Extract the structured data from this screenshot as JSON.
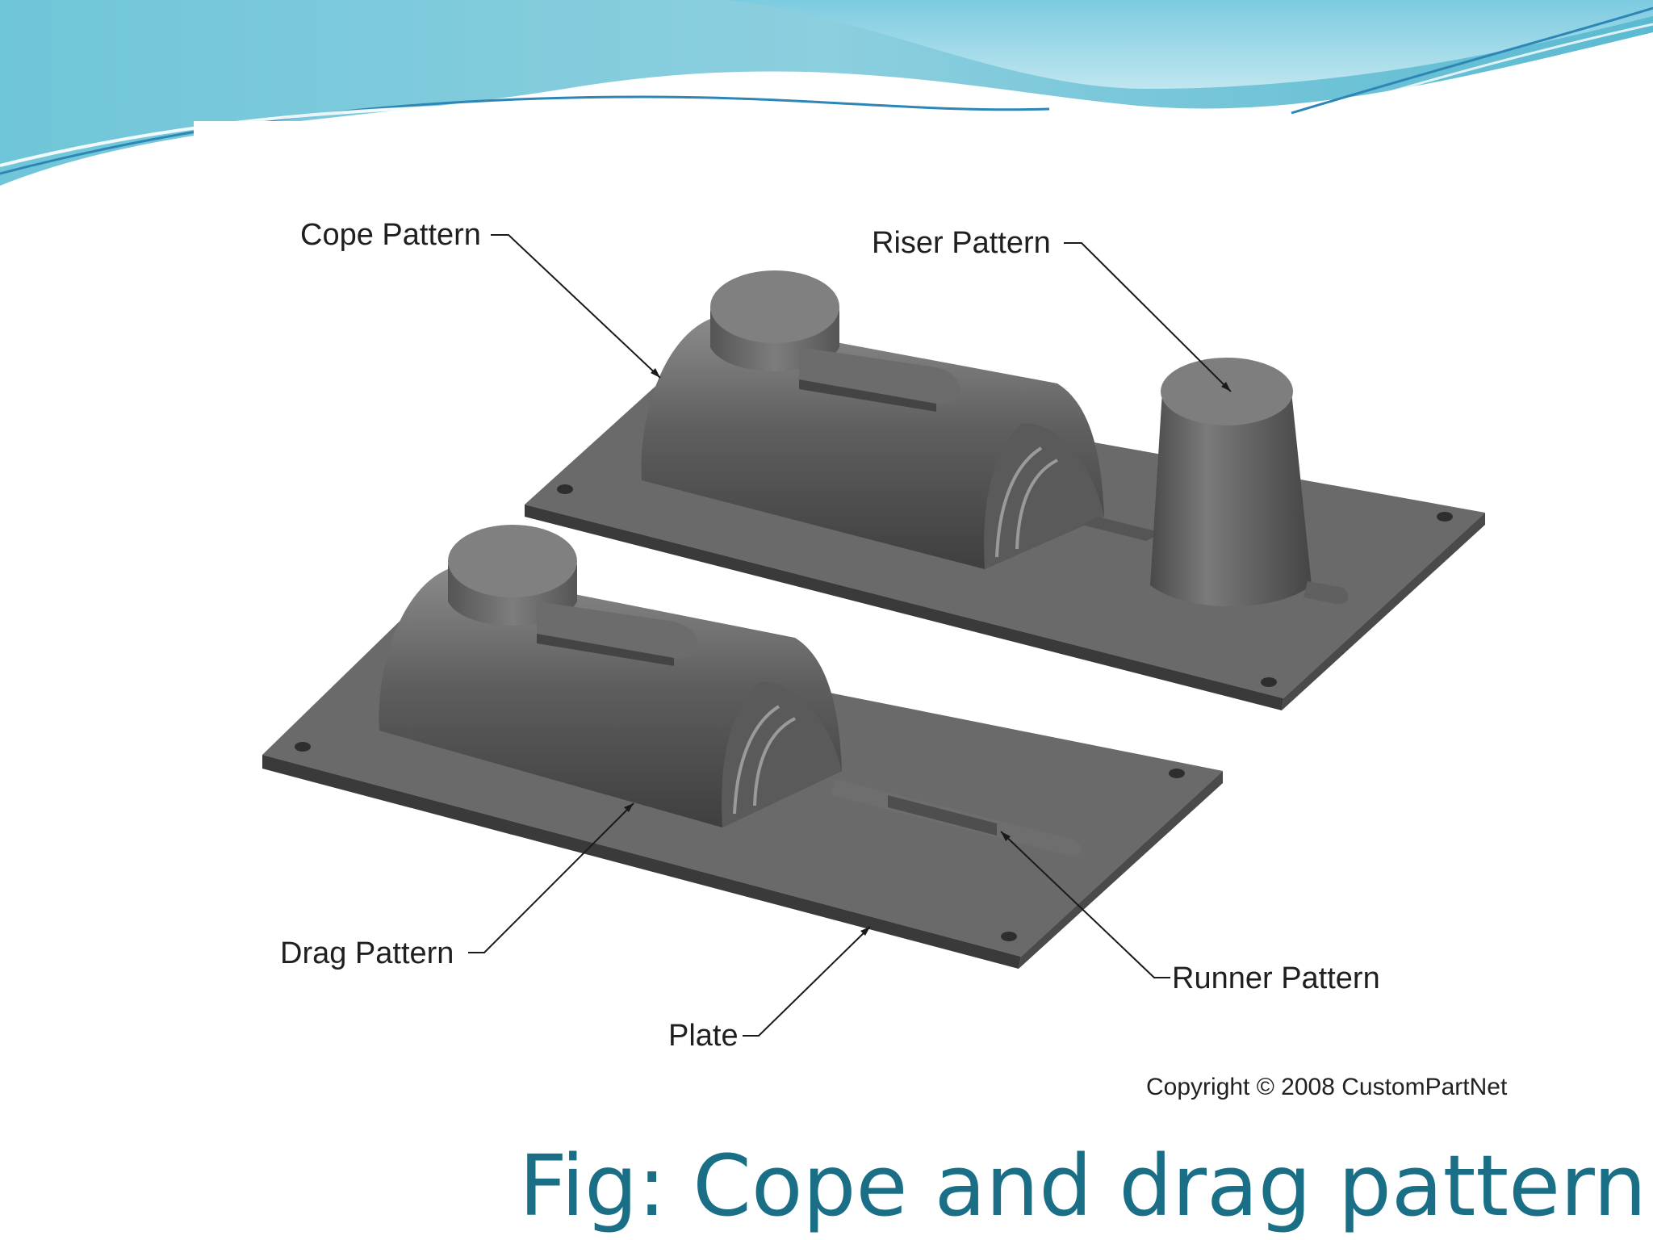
{
  "slide": {
    "caption": "Fig: Cope and drag pattern",
    "colors": {
      "caption": "#1a6f86",
      "wave_light": "#9fd6e4",
      "wave_dark": "#3aa6c2",
      "pattern_gray": "#666666"
    }
  },
  "diagram": {
    "labels": {
      "cope": "Cope Pattern",
      "riser": "Riser Pattern",
      "drag": "Drag Pattern",
      "runner": "Runner Pattern",
      "plate": "Plate"
    },
    "copyright": "Copyright © 2008 CustomPartNet"
  }
}
